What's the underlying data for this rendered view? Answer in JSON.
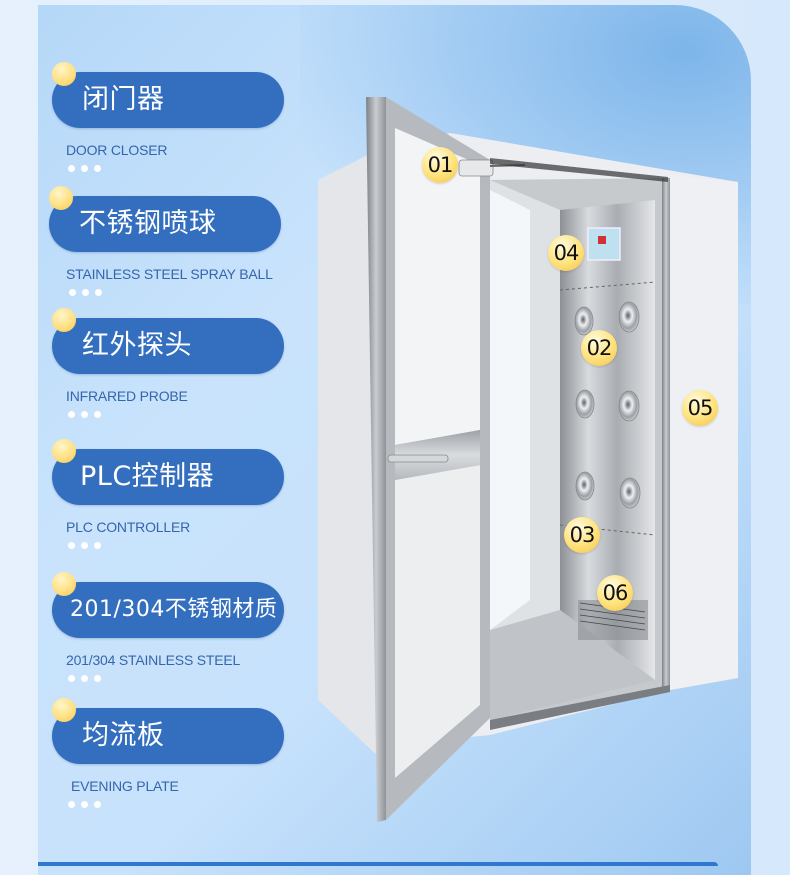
{
  "features": [
    {
      "zh": "闭门器",
      "en": "DOOR CLOSER"
    },
    {
      "zh": "不锈钢喷球",
      "en": "STAINLESS STEEL SPRAY BALL"
    },
    {
      "zh": "红外探头",
      "en": "INFRARED PROBE"
    },
    {
      "zh": "PLC控制器",
      "en": "PLC CONTROLLER"
    },
    {
      "zh": "201/304不锈钢材质",
      "en": "201/304 STAINLESS STEEL"
    },
    {
      "zh": "均流板",
      "en": "EVENING PLATE"
    }
  ],
  "callouts": [
    "01",
    "02",
    "03",
    "04",
    "05",
    "06"
  ],
  "colors": {
    "pill": "#346fbf",
    "english_text": "#3566ad",
    "badge": "#ffe083",
    "panel": "#c7e2fc",
    "bottom_bar": "#2f77cf"
  }
}
